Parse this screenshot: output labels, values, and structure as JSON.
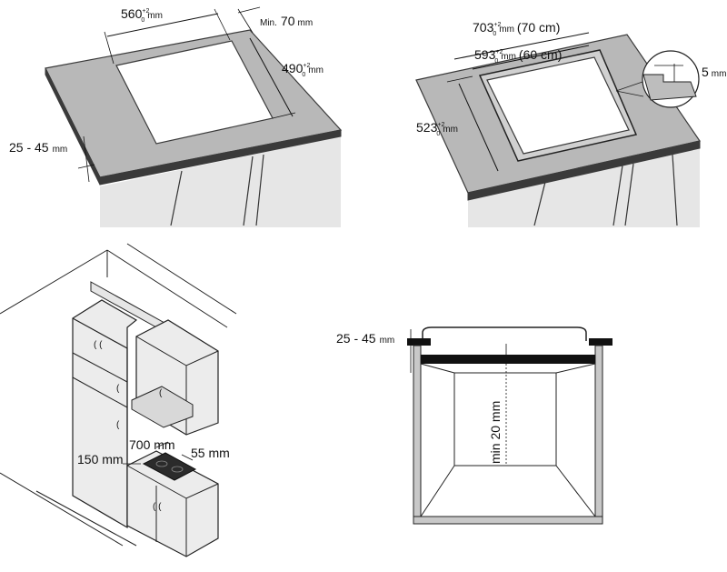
{
  "panel_a": {
    "width_value": "560",
    "width_tol_top": "+2",
    "width_tol_bottom": "0",
    "width_unit": "mm",
    "min_prefix": "Min.",
    "min_value": "70",
    "min_unit": "mm",
    "depth_value": "490",
    "depth_tol_top": "+2",
    "depth_tol_bottom": "0",
    "depth_unit": "mm",
    "thickness_value": "25 - 45",
    "thickness_unit": "mm"
  },
  "panel_b": {
    "outer_value": "703",
    "outer_tol_top": "+2",
    "outer_tol_bottom": "0",
    "outer_unit": "mm",
    "outer_alt": "(70 cm)",
    "inner_value": "593",
    "inner_tol_top": "+2",
    "inner_tol_bottom": "0",
    "inner_unit": "mm",
    "inner_alt": "(60 cm)",
    "depth_value": "523",
    "depth_tol_top": "+2",
    "depth_tol_bottom": "0",
    "depth_unit": "mm",
    "recess_value": "5",
    "recess_unit": "mm"
  },
  "panel_c": {
    "width_label": "700 mm",
    "left_label": "150 mm",
    "right_label": "55 mm"
  },
  "panel_d": {
    "thickness_value": "25 - 45",
    "thickness_unit": "mm",
    "gap_label": "min 20 mm"
  },
  "colors": {
    "worktop": "#b8b8b8",
    "cabinet": "#e6e6e6",
    "edge": "#3a3a3a",
    "cutout": "#ffffff",
    "hob_glass": "#2b2b2b"
  }
}
